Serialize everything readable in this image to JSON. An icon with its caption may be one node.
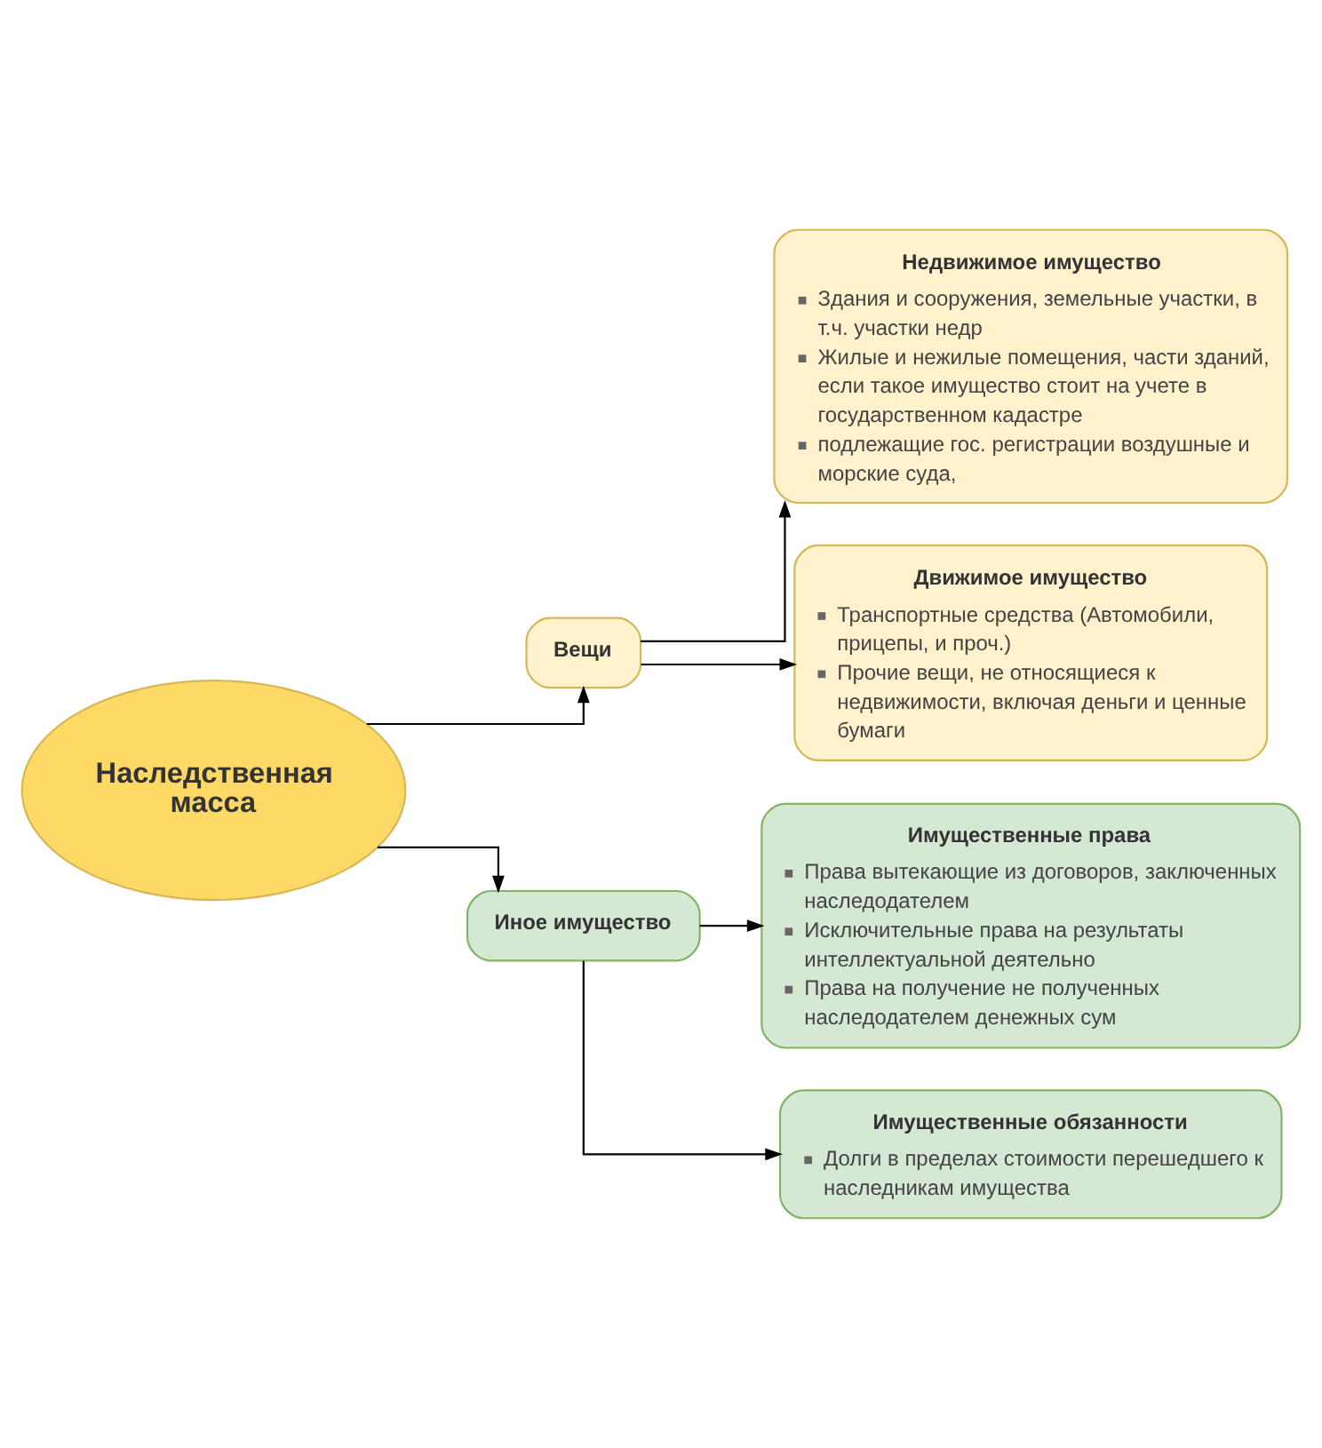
{
  "diagram": {
    "nodes": [
      {
        "text": [
          "Недвижимое имущество",
          "Здания и сооружения, земельные участки, в т.ч. участки недр",
          "Жилые и нежилые помещения, части зданий, если такое имущество стоит на учете в государственном кадастре",
          "подлежащие гос. регистрации воздушные и морские суда,"
        ]
      },
      {
        "text": [
          "Вещи"
        ]
      },
      {
        "text": [
          "Движимое имущество",
          "Транспортные средства (Автомобили, прицепы, и проч.)",
          "Прочие вещи, не относящиеся к недвижимости, включая деньги и ценные бумаги"
        ]
      },
      {
        "text": [
          "Наследственная масса"
        ]
      },
      {
        "text": [
          "Имущественные права",
          "Права вытекающие из договоров, заключенных наследодателем",
          "Исключительные права на результаты интеллектуальной деятельно",
          "Права на получение не полученных наследодателем денежных сум"
        ]
      },
      {
        "text": [
          "Иное имущество"
        ]
      },
      {
        "text": [
          "Имущественные обязанности",
          "Долги в пределах стоимости перешедшего к наследникам имущества"
        ]
      }
    ],
    "edges": [
      {
        "from": 3,
        "to": 1,
        "arrow": "to"
      },
      {
        "from": 1,
        "to": 0,
        "arrow": "to"
      },
      {
        "from": 1,
        "to": 2,
        "arrow": "to"
      },
      {
        "from": 3,
        "to": 5,
        "arrow": "to"
      },
      {
        "from": 5,
        "to": 4,
        "arrow": "to"
      },
      {
        "from": 5,
        "to": 6,
        "arrow": "to"
      }
    ]
  }
}
